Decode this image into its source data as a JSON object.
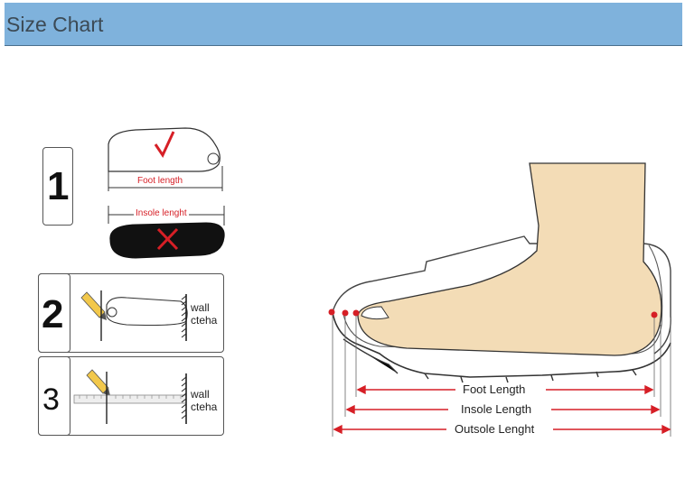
{
  "header": {
    "title": "Size Chart"
  },
  "steps": {
    "one": {
      "number": "1",
      "foot_label": "Foot length",
      "insole_label": "Insole lenght"
    },
    "two": {
      "number": "2",
      "wall_line1": "wall",
      "wall_line2": "cteha"
    },
    "three": {
      "number": "3",
      "wall_line1": "wall",
      "wall_line2": "cteha"
    }
  },
  "diagram": {
    "foot_length": "Foot Length",
    "insole_length": "Insole Length",
    "outsole_length": "Outsole Lenght"
  },
  "colors": {
    "header_bg": "#7fb2dc",
    "accent_red": "#d61f26",
    "foot_fill": "#f3dcb6"
  }
}
